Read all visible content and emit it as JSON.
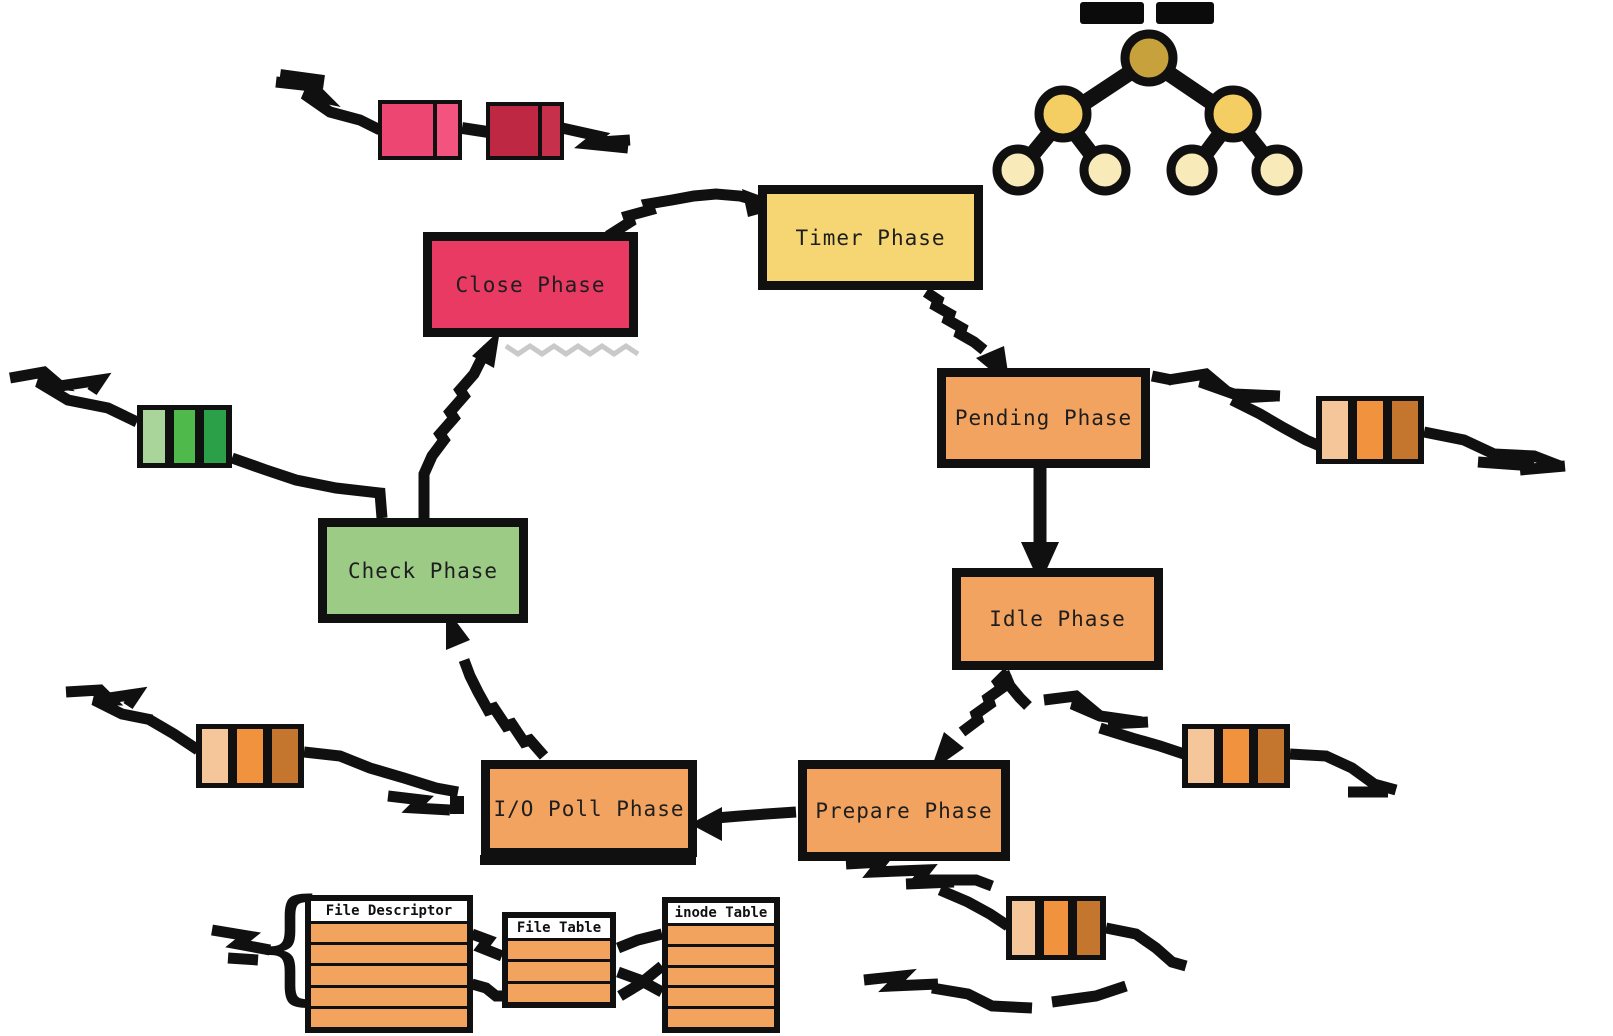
{
  "phases": {
    "timer": {
      "label": "Timer Phase",
      "color": "#F6D573"
    },
    "pending": {
      "label": "Pending Phase",
      "color": "#F2A35F"
    },
    "idle": {
      "label": "Idle Phase",
      "color": "#F2A35F"
    },
    "prepare": {
      "label": "Prepare Phase",
      "color": "#F2A35F"
    },
    "io_poll": {
      "label": "I/O Poll Phase",
      "color": "#F2A35F"
    },
    "check": {
      "label": "Check Phase",
      "color": "#9CCB86"
    },
    "close": {
      "label": "Close Phase",
      "color": "#E83A62"
    }
  },
  "tables": {
    "file_descriptor": {
      "title": "File Descriptor",
      "row_count": 5
    },
    "file_table": {
      "title": "File Table",
      "row_count": 3
    },
    "inode_table": {
      "title": "inode Table",
      "row_count": 5
    }
  },
  "decorations": {
    "brace_glyph": "{",
    "timer_heap": {
      "node_count": 7,
      "levels": 3,
      "node_colors": [
        "#C7A13C",
        "#F4CE63",
        "#F8EBB9"
      ]
    },
    "queues": {
      "close_queue_colors": [
        "#EE4672",
        "#F2547F",
        "#BE2843",
        "#C6304A"
      ],
      "check_queue_colors": [
        "#A9D59B",
        "#4FB94C",
        "#2C9F49"
      ],
      "orange_queue_colors": [
        "#F6C69B",
        "#F0923E",
        "#C4762F"
      ]
    },
    "ink_color": "#101010",
    "faint_scribble_color": "#C9C9C9"
  }
}
